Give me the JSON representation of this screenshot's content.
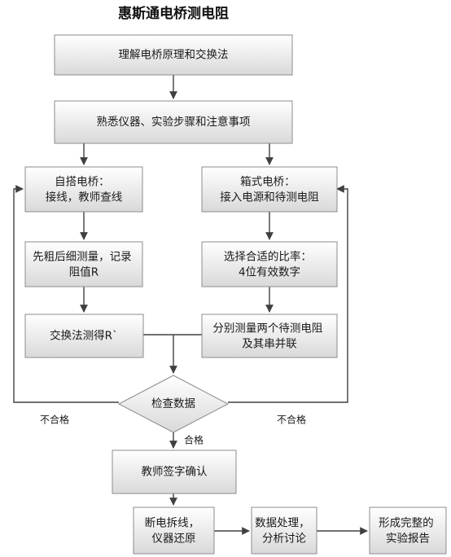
{
  "title": "惠斯通电桥测电阻",
  "nodes": {
    "understand": [
      "理解电桥原理和交换法"
    ],
    "familiarize": [
      "熟悉仪器、实验步骤和注意事项"
    ],
    "self_bridge": [
      "自搭电桥：",
      "接线，教师查线"
    ],
    "box_bridge": [
      "箱式电桥：",
      "接入电源和待测电阻"
    ],
    "coarse_fine": [
      "先粗后细测量，记录",
      "阻值R"
    ],
    "choose_ratio": [
      "选择合适的比率：",
      "4位有效数字"
    ],
    "exchange": [
      "交换法测得R`"
    ],
    "measure_two": [
      "分别测量两个待测电阻",
      "及其串并联"
    ],
    "check": [
      "检查数据"
    ],
    "teacher_sign": [
      "教师签字确认"
    ],
    "disconnect": [
      "断电拆线，",
      "仪器还原"
    ],
    "process": [
      "数据处理，",
      "分析讨论"
    ],
    "report": [
      "形成完整的",
      "实验报告"
    ]
  },
  "edge_labels": {
    "fail_left": "不合格",
    "fail_right": "不合格",
    "pass": "合格"
  },
  "colors": {
    "box_top": "#ffffff",
    "box_bottom": "#d9d9d9",
    "border": "#8c8c8c",
    "line": "#404040"
  }
}
